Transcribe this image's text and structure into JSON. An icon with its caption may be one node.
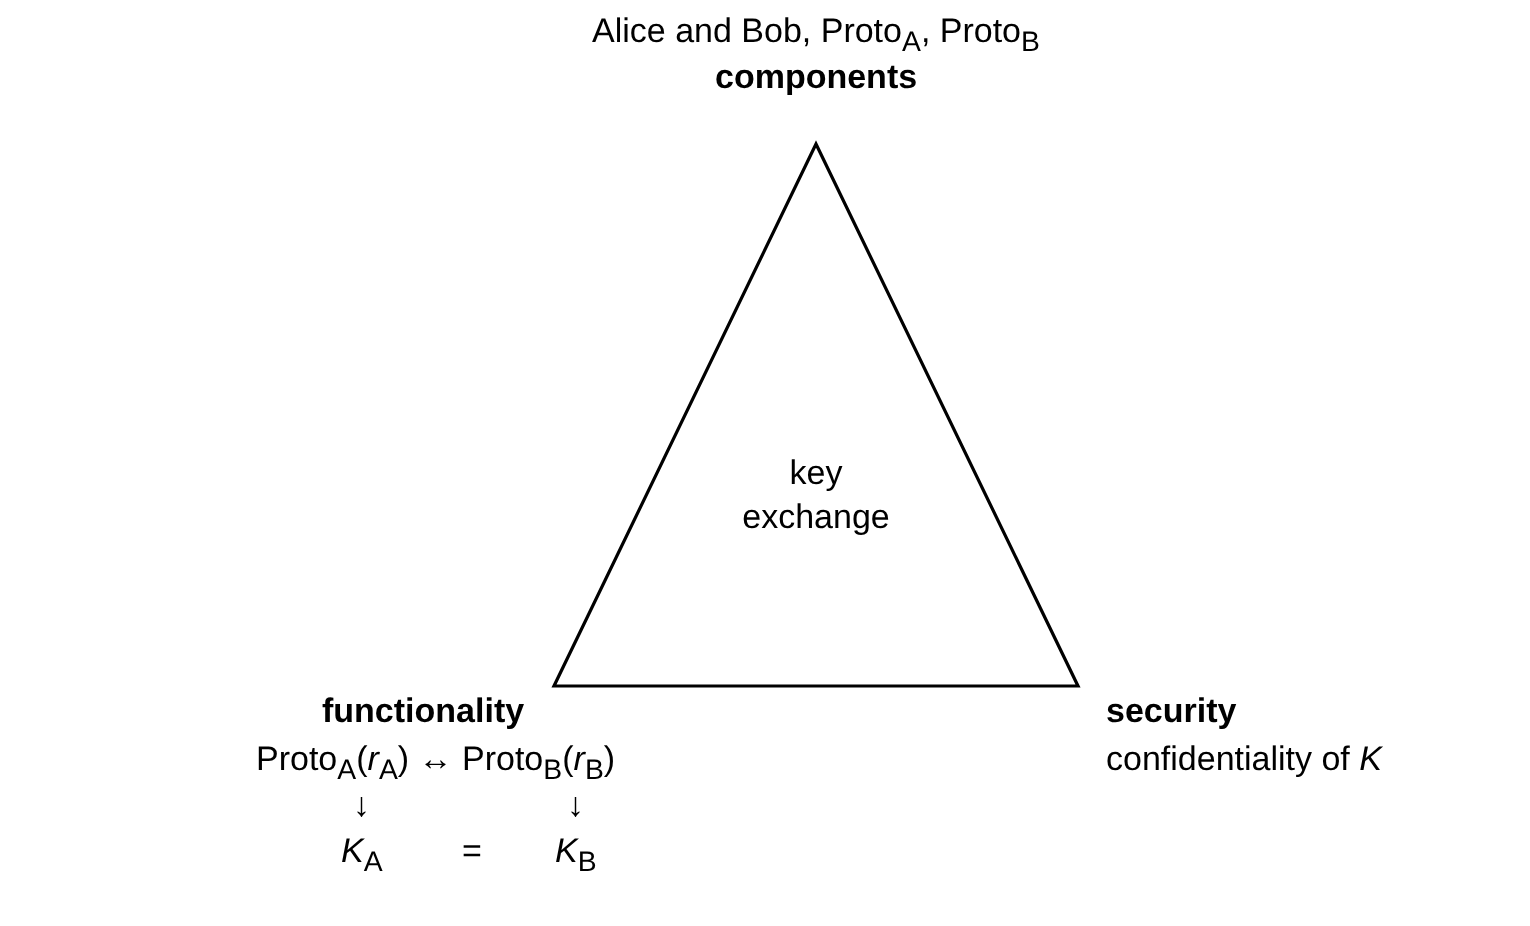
{
  "diagram": {
    "nodes": [
      {
        "text": [
          "key exchange"
        ]
      }
    ],
    "labels": [
      "Alice and Bob, Proto$_{A}$, Proto$_{B}$",
      "components",
      "functionality",
      "Proto$_{A}$(*r*$_{A}$) ↔ Proto$_{B}$(*r*$_{B}$)",
      "security",
      "confidentiality of *K*",
      "↓",
      "↓",
      "*K*$_{A}$",
      "=",
      "*K*$_{B}$"
    ]
  }
}
